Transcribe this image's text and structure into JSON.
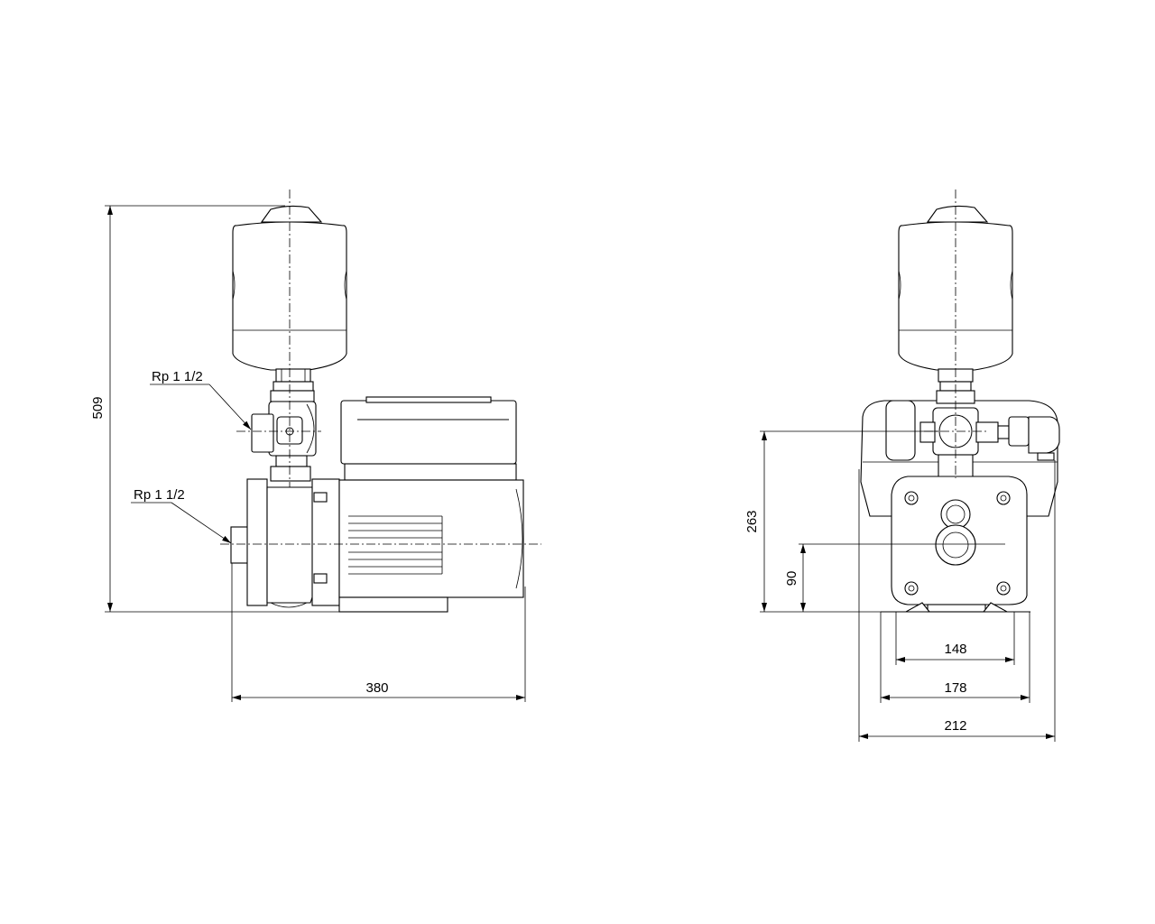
{
  "side_view": {
    "callouts": {
      "upper_thread": "Rp 1 1/2",
      "lower_thread": "Rp 1 1/2"
    },
    "dimensions": {
      "total_height": "509",
      "total_length": "380"
    }
  },
  "front_view": {
    "dimensions": {
      "connection_height": "263",
      "inlet_height": "90",
      "foot_inner_width": "148",
      "foot_outer_width": "178",
      "overall_width": "212"
    }
  }
}
